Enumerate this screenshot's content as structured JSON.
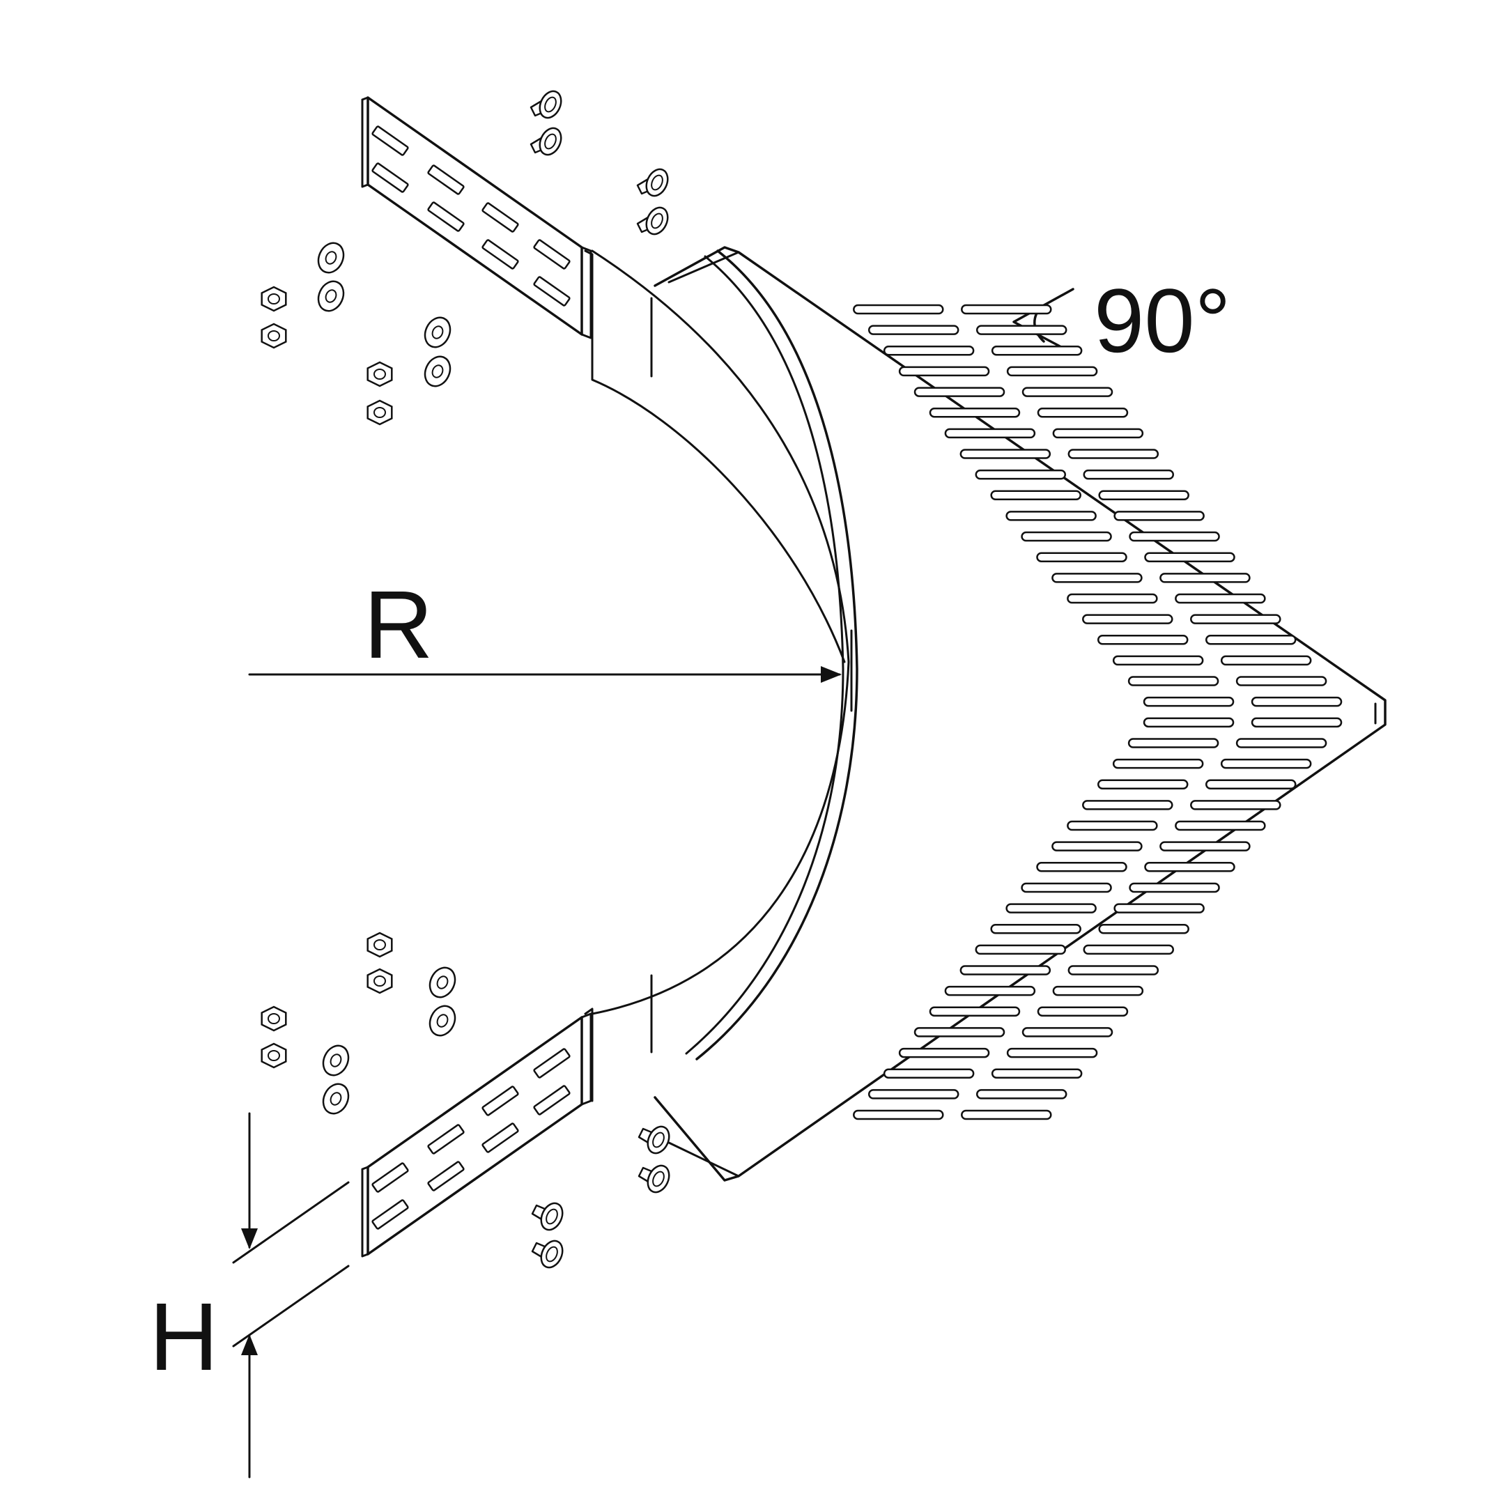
{
  "labels": {
    "radius": "R",
    "height": "H",
    "angle": "90°"
  },
  "style": {
    "stroke": "#111111",
    "fill": "#ffffff"
  },
  "icons": {
    "angle_symbol": "angle-icon",
    "radius_arrow": "arrow-right-icon",
    "height_arrows": "dimension-arrow-icon"
  }
}
